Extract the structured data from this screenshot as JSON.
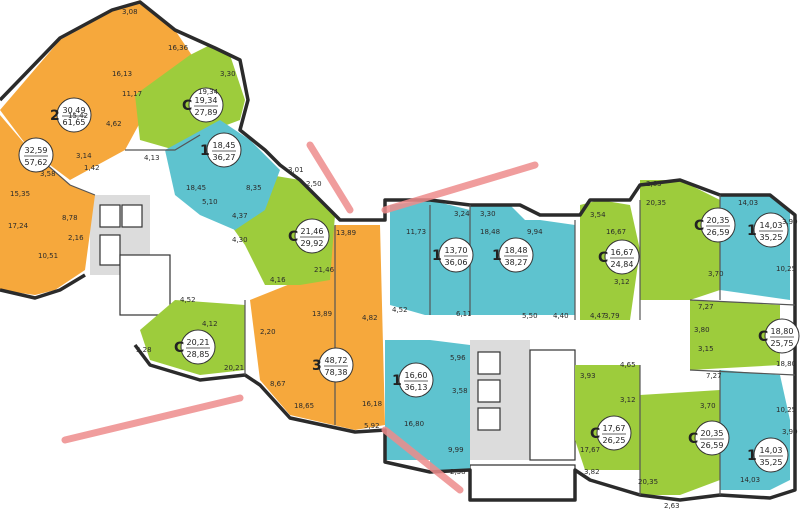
{
  "colors": {
    "orange": "#f6a83c",
    "green": "#9dcc3c",
    "teal": "#5ec3cf",
    "wall": "#2b2b2b",
    "marker": "#ee8c8c"
  },
  "apartments": [
    {
      "id": "a1",
      "rooms": "2",
      "living": "30,49",
      "total": "61,65",
      "color": "orange"
    },
    {
      "id": "a2",
      "rooms": "",
      "living": "32,59",
      "total": "57,62",
      "color": "orange"
    },
    {
      "id": "a3",
      "rooms": "С",
      "living": "19,34",
      "total": "27,89",
      "color": "green"
    },
    {
      "id": "a4",
      "rooms": "1",
      "living": "18,45",
      "total": "36,27",
      "color": "teal"
    },
    {
      "id": "a5",
      "rooms": "С",
      "living": "21,46",
      "total": "29,92",
      "color": "green"
    },
    {
      "id": "a6",
      "rooms": "С",
      "living": "20,21",
      "total": "28,85",
      "color": "green"
    },
    {
      "id": "a7",
      "rooms": "3",
      "living": "48,72",
      "total": "78,38",
      "color": "orange"
    },
    {
      "id": "a8",
      "rooms": "1",
      "living": "13,70",
      "total": "36,06",
      "color": "teal"
    },
    {
      "id": "a9",
      "rooms": "1",
      "living": "18,48",
      "total": "38,27",
      "color": "teal"
    },
    {
      "id": "a10",
      "rooms": "С",
      "living": "16,67",
      "total": "24,84",
      "color": "green"
    },
    {
      "id": "a11",
      "rooms": "С",
      "living": "20,35",
      "total": "26,59",
      "color": "green"
    },
    {
      "id": "a12",
      "rooms": "1",
      "living": "14,03",
      "total": "35,25",
      "color": "teal"
    },
    {
      "id": "a13",
      "rooms": "1",
      "living": "16,60",
      "total": "36,13",
      "color": "teal"
    },
    {
      "id": "a14",
      "rooms": "С",
      "living": "18,80",
      "total": "25,75",
      "color": "green"
    },
    {
      "id": "a15",
      "rooms": "С",
      "living": "17,67",
      "total": "26,25",
      "color": "green"
    },
    {
      "id": "a16",
      "rooms": "С",
      "living": "20,35",
      "total": "26,59",
      "color": "green"
    },
    {
      "id": "a17",
      "rooms": "1",
      "living": "14,03",
      "total": "35,25",
      "color": "teal"
    }
  ],
  "room_labels": [
    "3,08",
    "16,36",
    "16,13",
    "11,17",
    "15,42",
    "3,30",
    "19,34",
    "4,62",
    "4,13",
    "15,35",
    "3,58",
    "3,14",
    "1,42",
    "8,78",
    "2,16",
    "17,24",
    "10,51",
    "18,45",
    "5,10",
    "8,35",
    "3,01",
    "2,50",
    "4,37",
    "4,30",
    "4,16",
    "21,46",
    "4,52",
    "4,12",
    "2,20",
    "3,28",
    "20,21",
    "8,67",
    "18,65",
    "13,89",
    "13,89",
    "4,82",
    "16,18",
    "5,92",
    "11,73",
    "3,24",
    "3,30",
    "18,48",
    "9,94",
    "3,54",
    "16,67",
    "2,63",
    "20,35",
    "14,03",
    "3,90",
    "3,70",
    "10,25",
    "3,12",
    "7,27",
    "3,80",
    "3,15",
    "18,80",
    "4,52",
    "6,11",
    "5,50",
    "4,40",
    "4,47",
    "3,79",
    "5,96",
    "3,58",
    "4,65",
    "3,93",
    "16,80",
    "9,99",
    "2,38",
    "17,67",
    "3,82",
    "3,12",
    "3,70",
    "7,27",
    "10,25",
    "3,90",
    "14,03",
    "20,35",
    "2,63"
  ]
}
